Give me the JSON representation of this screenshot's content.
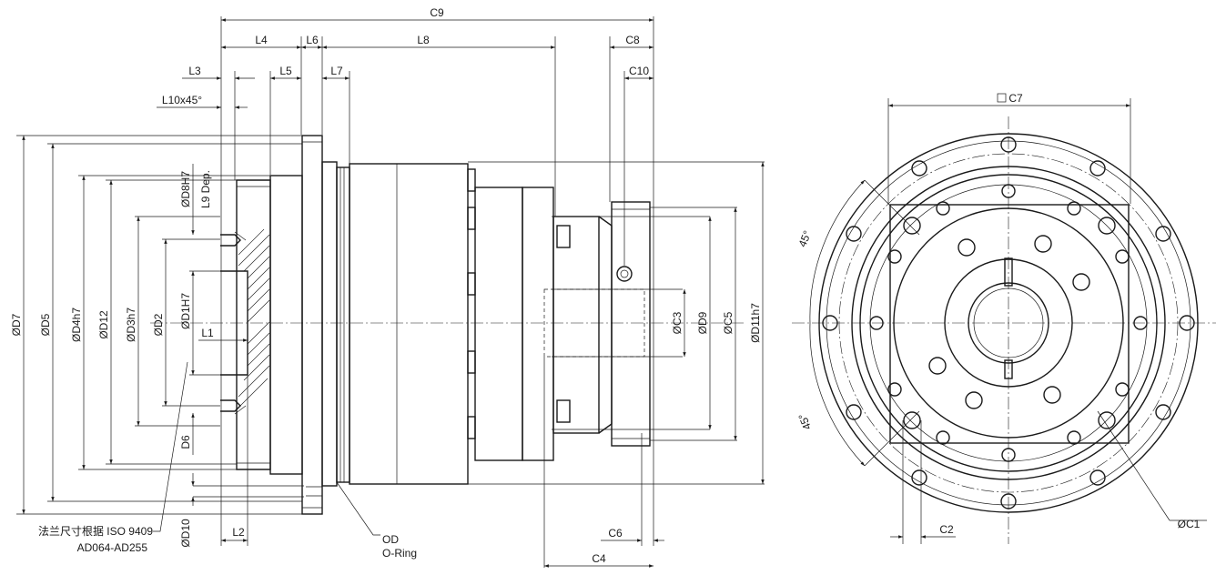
{
  "dims": {
    "c9": "C9",
    "l4": "L4",
    "l6": "L6",
    "l8": "L8",
    "c8": "C8",
    "l3": "L3",
    "l5": "L5",
    "l7": "L7",
    "c10": "C10",
    "l10": "L10x45°",
    "c7": "C7",
    "od7": "ØD7",
    "od5": "ØD5",
    "od4": "ØD4h7",
    "od12": "ØD12",
    "od3": "ØD3h7",
    "od2": "ØD2",
    "od1": "ØD1H7",
    "od8": "ØD8H7",
    "l9": "L9 Dep.",
    "l1": "L1",
    "d6": "D6",
    "od10": "ØD10",
    "l2": "L2",
    "oc3": "ØC3",
    "od9": "ØD9",
    "oc5": "ØC5",
    "od11": "ØD11h7",
    "c6": "C6",
    "c4": "C4",
    "c2": "C2",
    "oc1": "ØC1",
    "angle_top": "45°",
    "angle_bottom": "45°"
  },
  "notes": {
    "flange_line1": "法兰尺寸根据 ISO 9409",
    "flange_line2": "AD064-AD255",
    "oring_line1": "OD",
    "oring_line2": "O-Ring"
  }
}
